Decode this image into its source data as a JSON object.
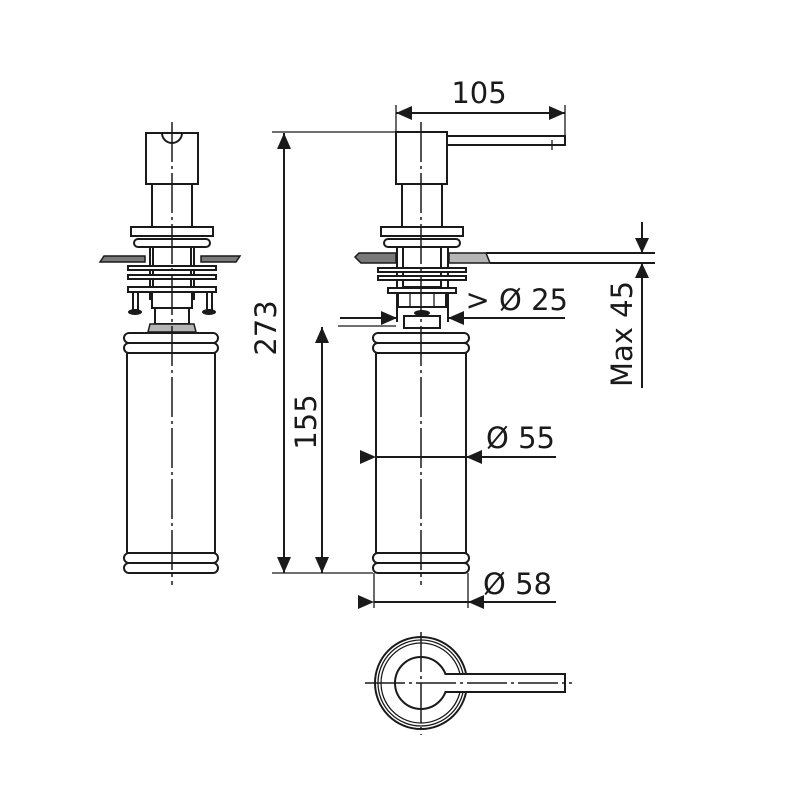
{
  "drawing": {
    "title": "Soap dispenser technical drawing",
    "colors": {
      "line": "#1a1a1a",
      "countertop": "#7a7a7a",
      "background": "#ffffff"
    },
    "views": [
      "side-view-left",
      "front-view-dimensioned",
      "top-view"
    ],
    "dimensions": {
      "spout_reach": "105",
      "total_height": "273",
      "bottle_height": "155",
      "hole_diameter": "> Ø 25",
      "bottle_diameter": "Ø 55",
      "base_diameter": "Ø 58",
      "max_counter_thickness": "Max 45"
    }
  }
}
